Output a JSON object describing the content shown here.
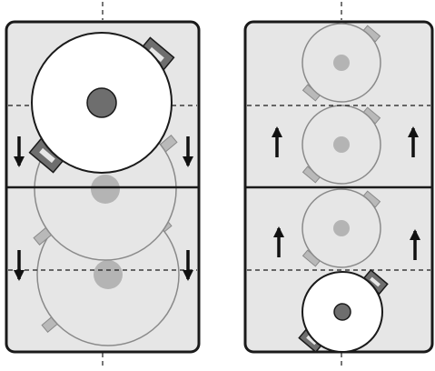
{
  "colors": {
    "panel_fill": "#e6e6e6",
    "panel_stroke": "#1a1a1a",
    "divider": "#1a1a1a",
    "pot_active_fill": "#ffffff",
    "pot_active_stroke": "#1a1a1a",
    "pot_active_center": "#6e6e6e",
    "pot_ghost_fill": "#e6e6e6",
    "pot_ghost_stroke": "#8a8a8a",
    "pot_ghost_center": "#b4b4b4",
    "handle_active": "#6e6e6e",
    "handle_ghost": "#b9b9b9",
    "arrow": "#111111"
  },
  "panels": [
    {
      "name": "left-panel",
      "pot_size": "large",
      "active_pot": "top",
      "movement": "down"
    },
    {
      "name": "right-panel",
      "pot_size": "small",
      "active_pot": "bottom",
      "movement": "up"
    }
  ]
}
